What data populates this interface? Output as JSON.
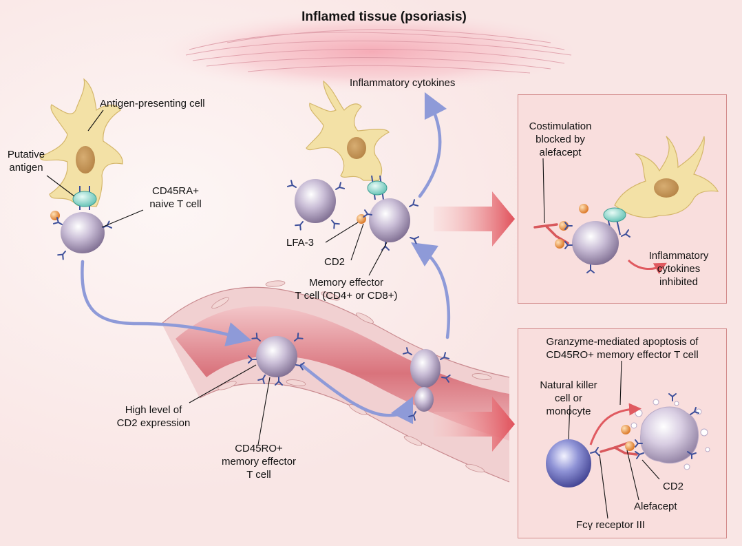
{
  "title": "Inflamed tissue (psoriasis)",
  "labels": {
    "inflammatory_cytokines": "Inflammatory cytokines",
    "antigen_presenting_cell": "Antigen-presenting cell",
    "putative_antigen_1": "Putative",
    "putative_antigen_2": "antigen",
    "naive_t_cell_1": "CD45RA+",
    "naive_t_cell_2": "naive T cell",
    "lfa3": "LFA-3",
    "cd2": "CD2",
    "memory_effector_1": "Memory effector",
    "memory_effector_2": "T cell (CD4+ or CD8+)",
    "high_cd2_1": "High level of",
    "high_cd2_2": "CD2 expression",
    "cd45ro_1": "CD45RO+",
    "cd45ro_2": "memory effector",
    "cd45ro_3": "T cell"
  },
  "panel_costimulation": {
    "heading_1": "Costimulation",
    "heading_2": "blocked by",
    "heading_3": "alefacept",
    "result_1": "Inflammatory",
    "result_2": "cytokines",
    "result_3": "inhibited"
  },
  "panel_apoptosis": {
    "heading_1": "Granzyme-mediated apoptosis of",
    "heading_2": "CD45RO+ memory effector T cell",
    "nk_1": "Natural killer",
    "nk_2": "cell or",
    "nk_3": "monocyte",
    "cd2": "CD2",
    "alefacept": "Alefacept",
    "fc_receptor": "Fcγ receptor III"
  },
  "colors": {
    "flow_arrow": "#8e9ad8",
    "big_arrow": "#e05a60",
    "vessel": "#e6a3a8",
    "apc": "#f3e1a6",
    "t_cell": "#b7a9c7",
    "lfa3": "#f2a563",
    "cd2_receptor": "#3d4f9a",
    "alefacept": "#d8585c",
    "panel_border": "#d28a8a"
  }
}
